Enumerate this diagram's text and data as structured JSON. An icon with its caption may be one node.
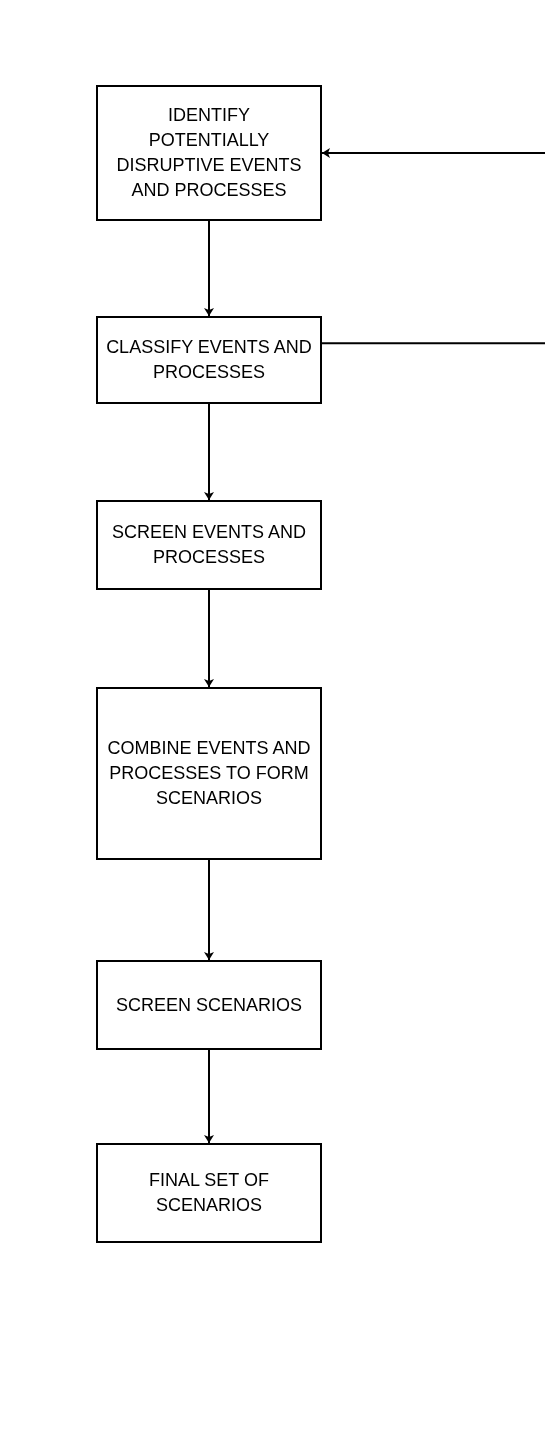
{
  "diagram": {
    "nodes": [
      {
        "text": [
          "IDENTIFY POTENTIALLY DISRUPTIVE EVENTS AND PROCESSES"
        ]
      },
      {
        "text": [
          "CLASSIFY EVENTS AND PROCESSES"
        ]
      },
      {
        "text": [
          "SCREEN EVENTS AND PROCESSES"
        ]
      },
      {
        "text": [
          "COMBINE EVENTS AND PROCESSES TO FORM SCENARIOS"
        ]
      },
      {
        "text": [
          "SCREEN SCENARIOS"
        ]
      },
      {
        "text": [
          "FINAL SET OF SCENARIOS"
        ]
      }
    ],
    "edges": [
      {
        "from": 0,
        "to": 1,
        "arrow": "to"
      },
      {
        "from": 1,
        "to": 2,
        "arrow": "to"
      },
      {
        "from": 2,
        "to": 3,
        "arrow": "to"
      },
      {
        "from": 3,
        "to": 4,
        "arrow": "to"
      },
      {
        "from": 4,
        "to": 5,
        "arrow": "to"
      },
      {
        "from": null,
        "to": 0,
        "arrow": "to"
      },
      {
        "from": 1,
        "to": null,
        "arrow": "none"
      }
    ]
  }
}
